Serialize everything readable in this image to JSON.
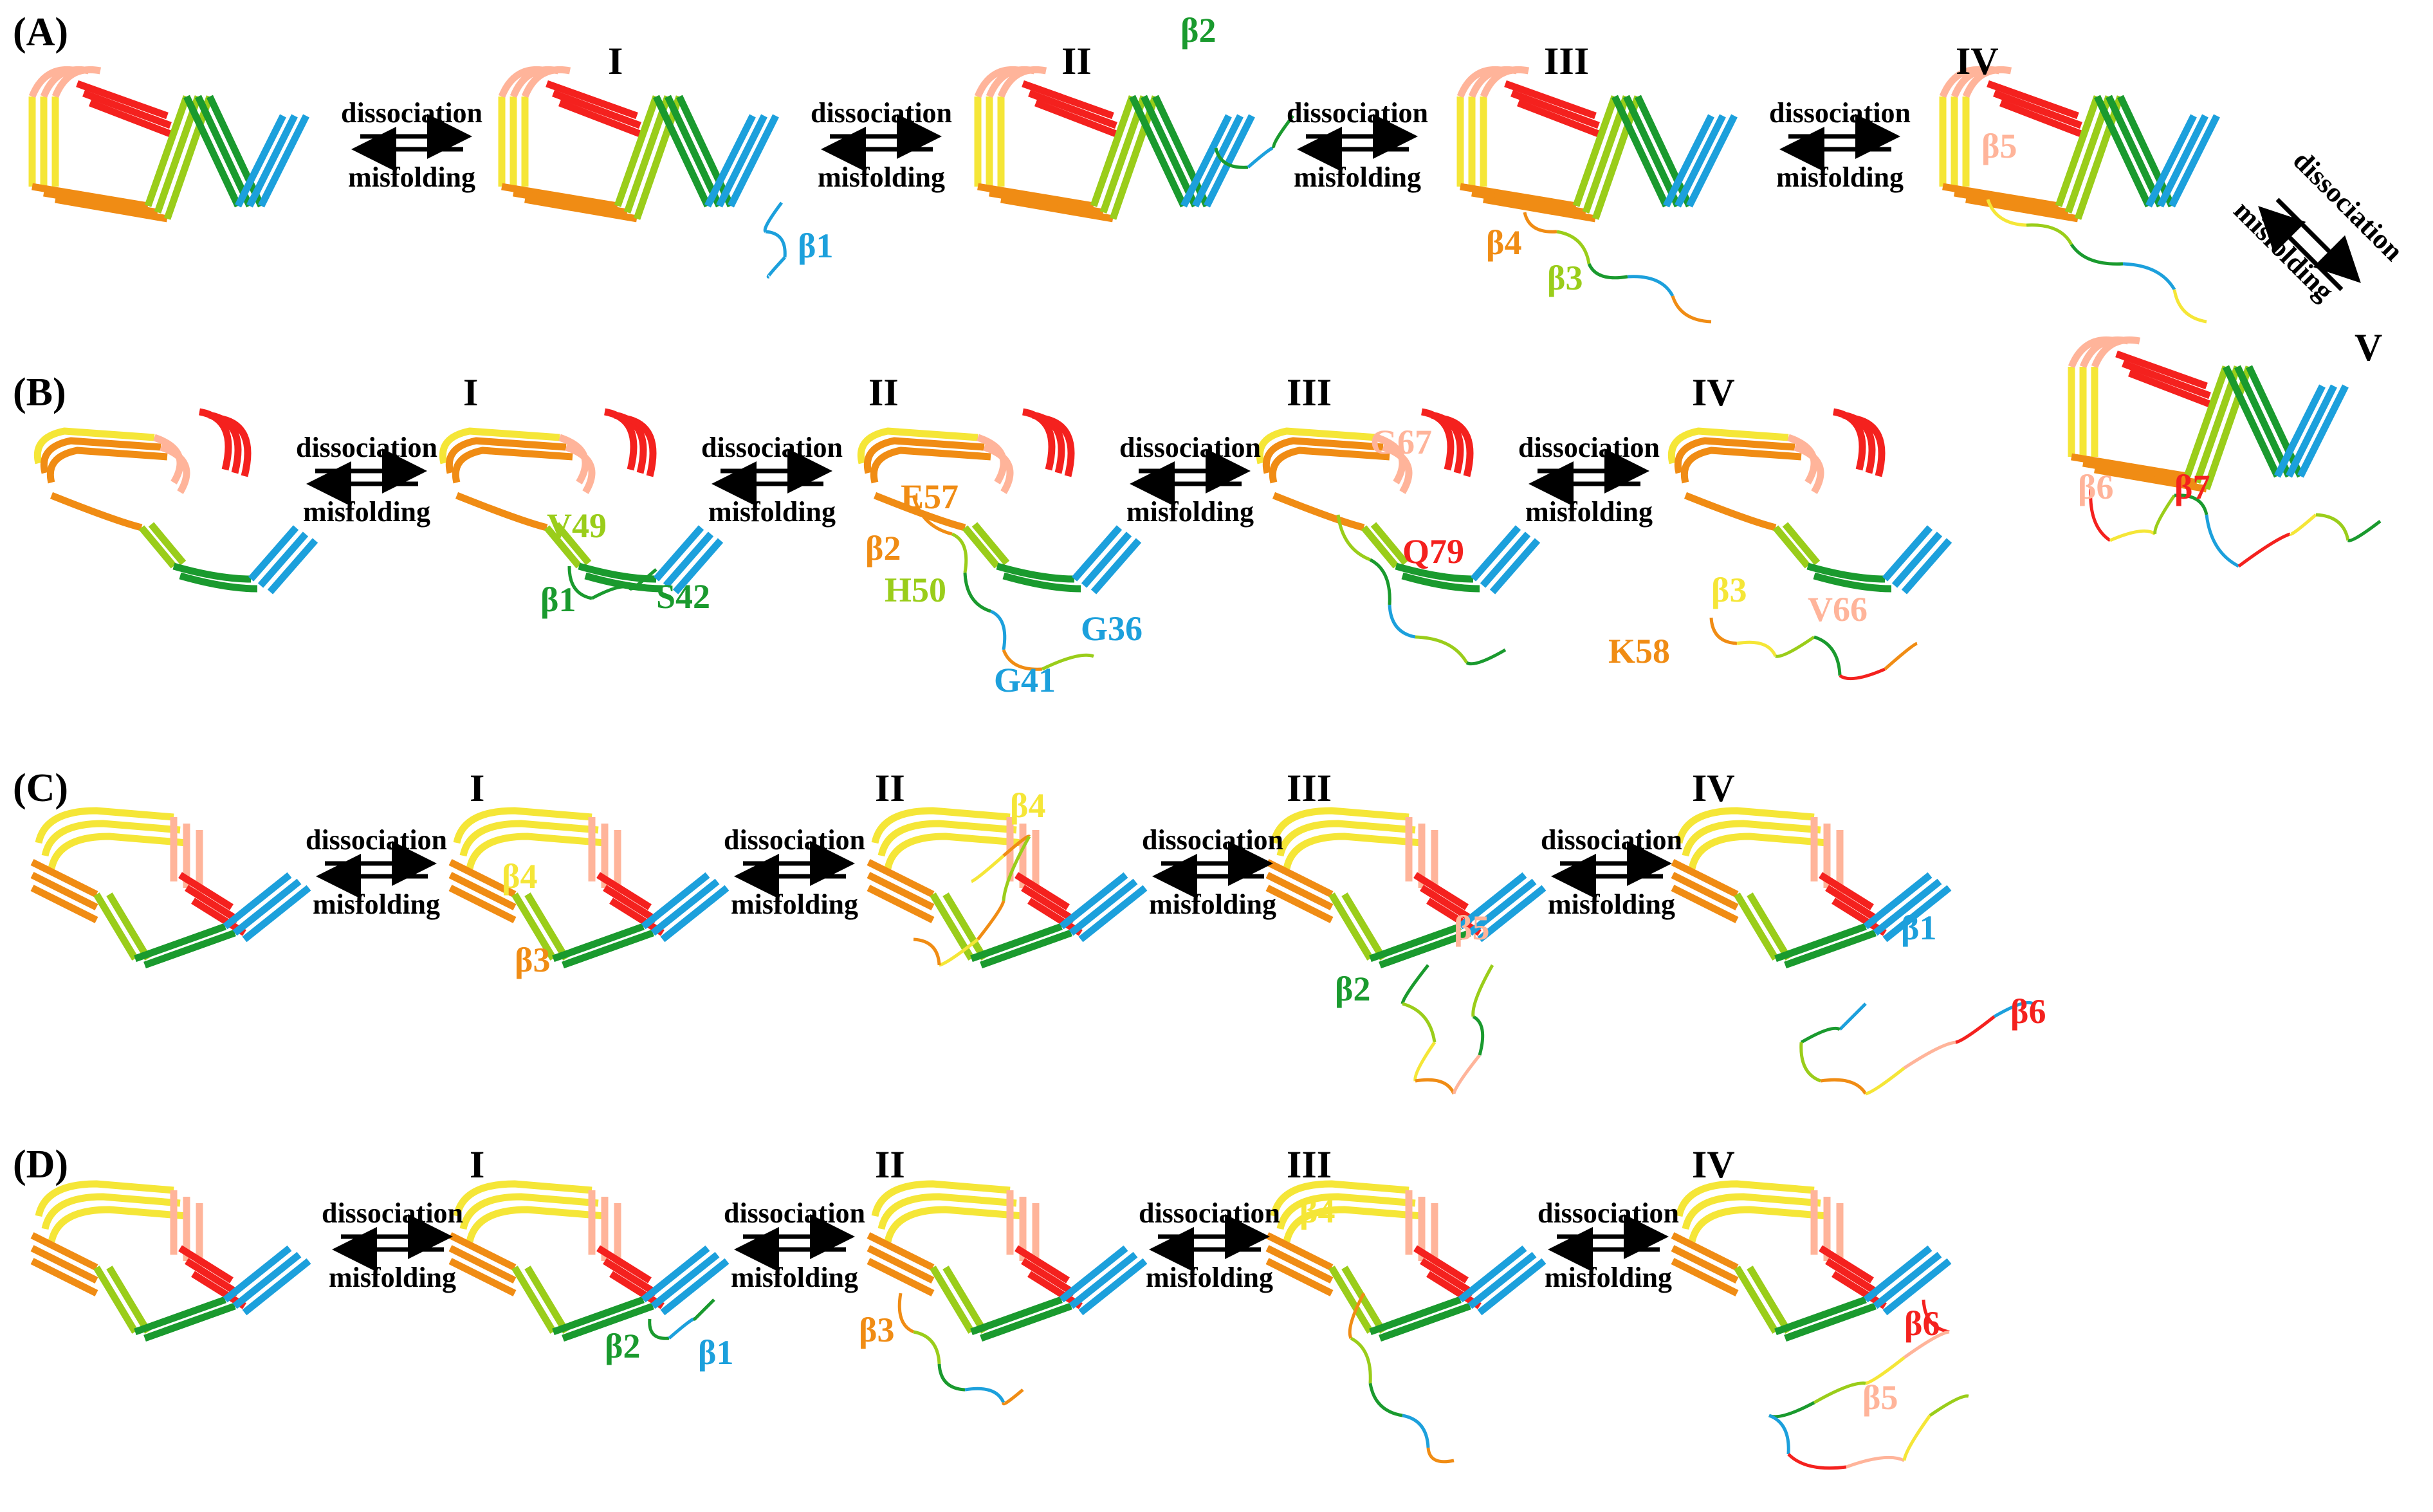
{
  "arrow_labels": {
    "top": "dissociation",
    "bottom": "misfolding"
  },
  "colors": {
    "beta1": "#1ca0dc",
    "beta2": "#1a9a2e",
    "beta3": "#9acd1a",
    "beta4": "#f08c14",
    "beta5": "#ffb49a",
    "beta6": "#f4211e",
    "beta7": "#f4211e",
    "yellow": "#f5e637"
  },
  "panels": [
    {
      "label": "(A)",
      "stages": [
        "I",
        "II",
        "III",
        "IV",
        "V"
      ],
      "annotations": [
        "β2",
        "β1",
        "β4",
        "β3",
        "β5",
        "β6",
        "β7"
      ]
    },
    {
      "label": "(B)",
      "stages": [
        "I",
        "II",
        "III",
        "IV"
      ],
      "annotations": [
        "V49",
        "β1",
        "S42",
        "E57",
        "β2",
        "H50",
        "G36",
        "G41",
        "G67",
        "Q79",
        "β3",
        "V66",
        "K58"
      ]
    },
    {
      "label": "(C)",
      "stages": [
        "I",
        "II",
        "III",
        "IV"
      ],
      "annotations": [
        "β4",
        "β3",
        "β4",
        "β5",
        "β2",
        "β1",
        "β6"
      ]
    },
    {
      "label": "(D)",
      "stages": [
        "I",
        "II",
        "III",
        "IV"
      ],
      "annotations": [
        "β2",
        "β1",
        "β3",
        "β4",
        "β6",
        "β5"
      ]
    }
  ]
}
